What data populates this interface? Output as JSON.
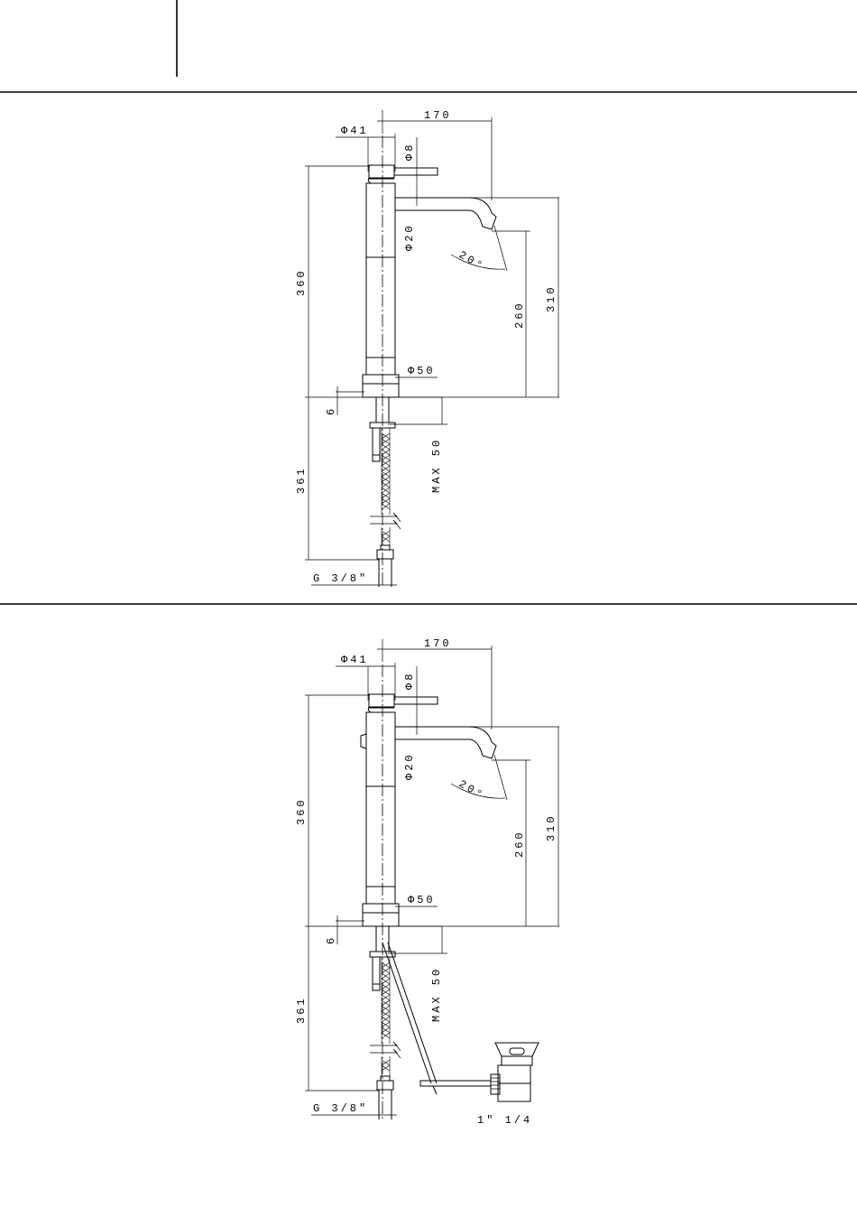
{
  "drawing_top": {
    "dim_width": "170",
    "dim_body_diameter": "Φ41",
    "dim_lever_diameter": "Φ8",
    "dim_spout_diameter": "Φ20",
    "dim_base_diameter": "Φ50",
    "dim_angle": "20°",
    "dim_height": "360",
    "dim_spout_height": "310",
    "dim_outlet_height": "260",
    "dim_base_thickness": "6",
    "dim_below_deck": "361",
    "dim_max_deck": "MAX 50",
    "dim_thread": "G 3/8\""
  },
  "drawing_bottom": {
    "dim_width": "170",
    "dim_body_diameter": "Φ41",
    "dim_lever_diameter": "Φ8",
    "dim_spout_diameter": "Φ20",
    "dim_base_diameter": "Φ50",
    "dim_angle": "20°",
    "dim_height": "360",
    "dim_spout_height": "310",
    "dim_outlet_height": "260",
    "dim_base_thickness": "6",
    "dim_below_deck": "361",
    "dim_max_deck": "MAX 50",
    "dim_thread": "G 3/8\"",
    "dim_waste_thread": "1\" 1/4"
  }
}
